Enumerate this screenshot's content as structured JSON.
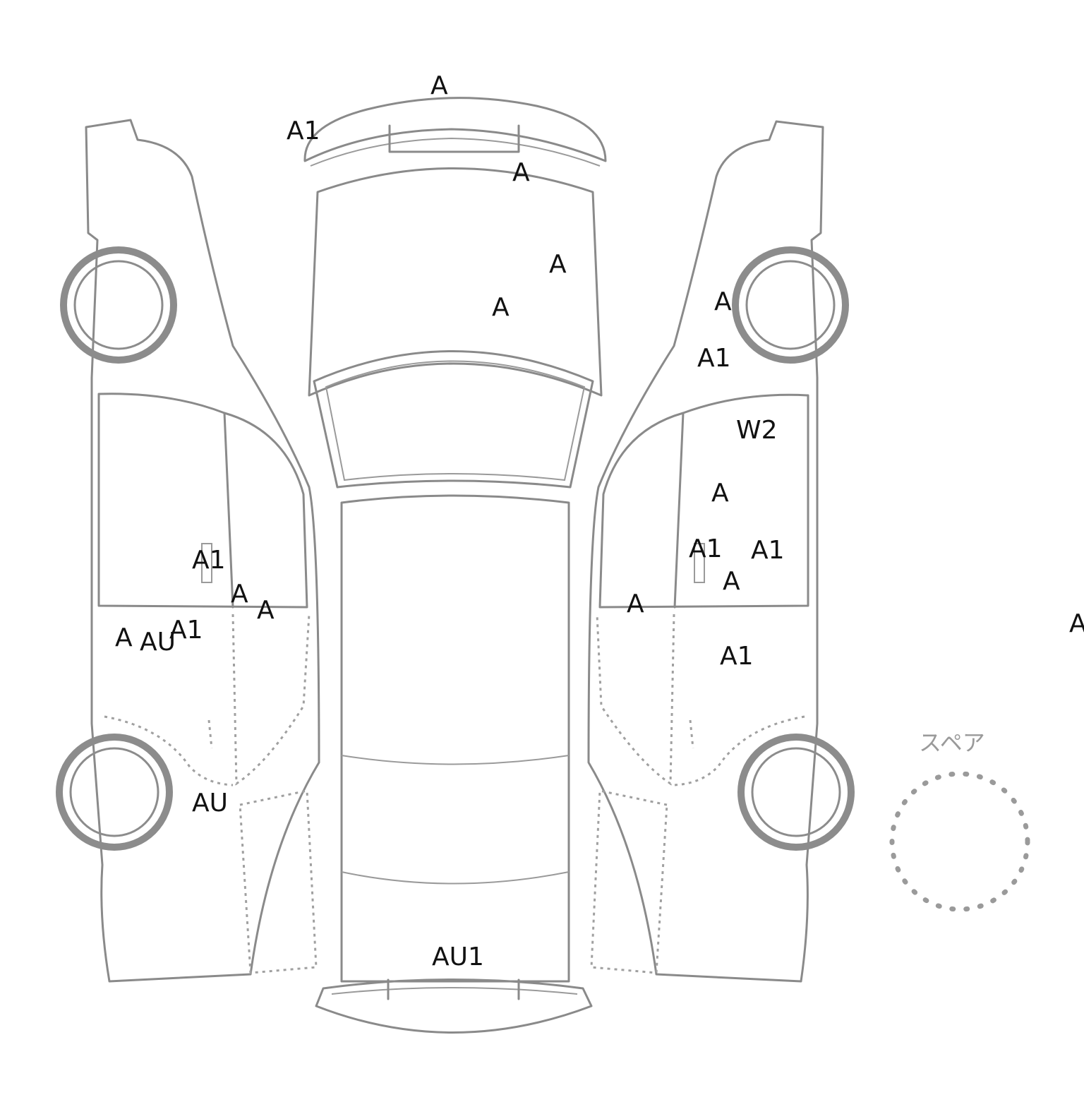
{
  "spare_label": "スペア",
  "damage_marks": [
    {
      "id": "front-bumper",
      "code": "A"
    },
    {
      "id": "front-left-corner",
      "code": "A1"
    },
    {
      "id": "front-right-bumper",
      "code": "A"
    },
    {
      "id": "hood-right",
      "code": "A"
    },
    {
      "id": "hood-center",
      "code": "A"
    },
    {
      "id": "right-front-fender",
      "code": "A"
    },
    {
      "id": "right-front-fender-lower",
      "code": "A1"
    },
    {
      "id": "right-front-door-window",
      "code": "W2"
    },
    {
      "id": "right-front-door-upper",
      "code": "A"
    },
    {
      "id": "right-front-door-handle",
      "code": "A1"
    },
    {
      "id": "right-front-door-rear",
      "code": "A1"
    },
    {
      "id": "right-front-door-lower",
      "code": "A"
    },
    {
      "id": "right-pillar",
      "code": "A"
    },
    {
      "id": "right-rear-door",
      "code": "A1"
    },
    {
      "id": "left-front-door-handle",
      "code": "A1"
    },
    {
      "id": "left-pillar-1",
      "code": "A"
    },
    {
      "id": "left-pillar-2",
      "code": "A"
    },
    {
      "id": "left-door-lower-a",
      "code": "A"
    },
    {
      "id": "left-door-lower-au",
      "code": "AU"
    },
    {
      "id": "left-door-lower-a1",
      "code": "A1"
    },
    {
      "id": "left-rear-fender",
      "code": "AU"
    },
    {
      "id": "rear-bumper",
      "code": "AU1"
    },
    {
      "id": "right-edge",
      "code": "A"
    }
  ]
}
